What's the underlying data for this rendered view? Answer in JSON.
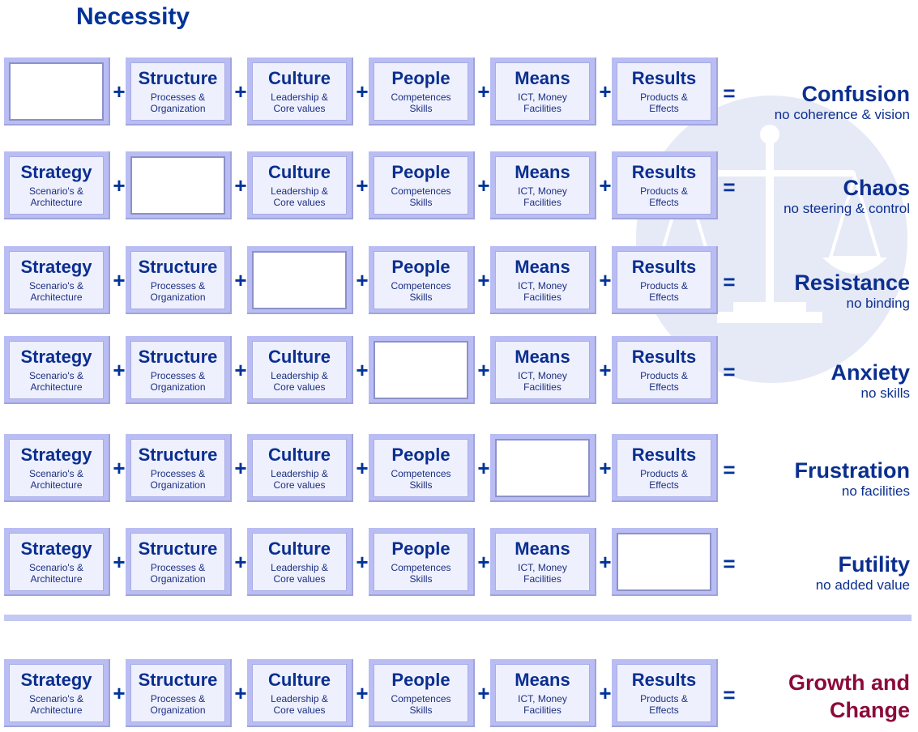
{
  "title": "Necessity",
  "labels": {
    "plus": "+",
    "equals": "="
  },
  "components": {
    "strategy": {
      "name": "Strategy",
      "sub1": "Scenario's &",
      "sub2": "Architecture"
    },
    "structure": {
      "name": "Structure",
      "sub1": "Processes &",
      "sub2": "Organization"
    },
    "culture": {
      "name": "Culture",
      "sub1": "Leadership &",
      "sub2": "Core values"
    },
    "people": {
      "name": "People",
      "sub1": "Competences",
      "sub2": "Skills"
    },
    "means": {
      "name": "Means",
      "sub1": "ICT, Money",
      "sub2": "Facilities"
    },
    "results": {
      "name": "Results",
      "sub1": "Products &",
      "sub2": "Effects"
    }
  },
  "outcomes": [
    {
      "title": "Confusion",
      "subtitle": "no coherence & vision",
      "missing": "strategy"
    },
    {
      "title": "Chaos",
      "subtitle": "no steering & control",
      "missing": "structure"
    },
    {
      "title": "Resistance",
      "subtitle": "no binding",
      "missing": "culture"
    },
    {
      "title": "Anxiety",
      "subtitle": "no skills",
      "missing": "people"
    },
    {
      "title": "Frustration",
      "subtitle": "no facilities",
      "missing": "means"
    },
    {
      "title": "Futility",
      "subtitle": "no added value",
      "missing": "results"
    }
  ],
  "final_outcome": {
    "title_line1": "Growth and",
    "title_line2": "Change"
  },
  "colors": {
    "primary_text": "#0b2f8f",
    "box_frame": "#b9bdf3",
    "box_face": "#eef0fd",
    "final_outcome": "#8b0a3a",
    "watermark": "#e6e9f6"
  },
  "watermark_icon": "balance-scale-icon"
}
